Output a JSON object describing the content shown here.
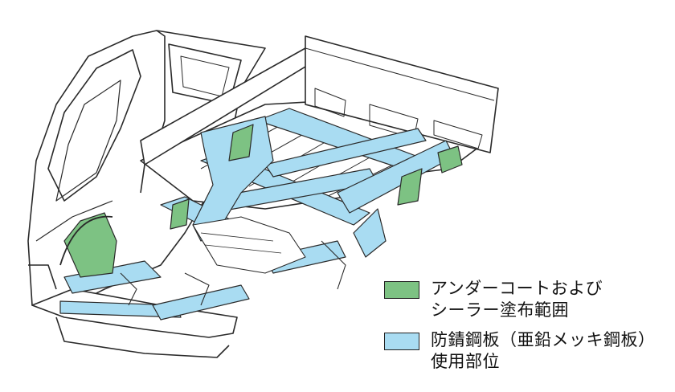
{
  "colors": {
    "undercoat": "#7dc283",
    "rustproof": "#a9dcf2",
    "outline": "#2a2a2a",
    "body": "#ffffff"
  },
  "legend": {
    "items": [
      {
        "key": "undercoat",
        "line1": "アンダーコートおよび",
        "line2": "シーラー塗布範囲"
      },
      {
        "key": "rustproof",
        "line1": "防錆鋼板（亜鉛メッキ鋼板）",
        "line2": "使用部位"
      }
    ]
  }
}
